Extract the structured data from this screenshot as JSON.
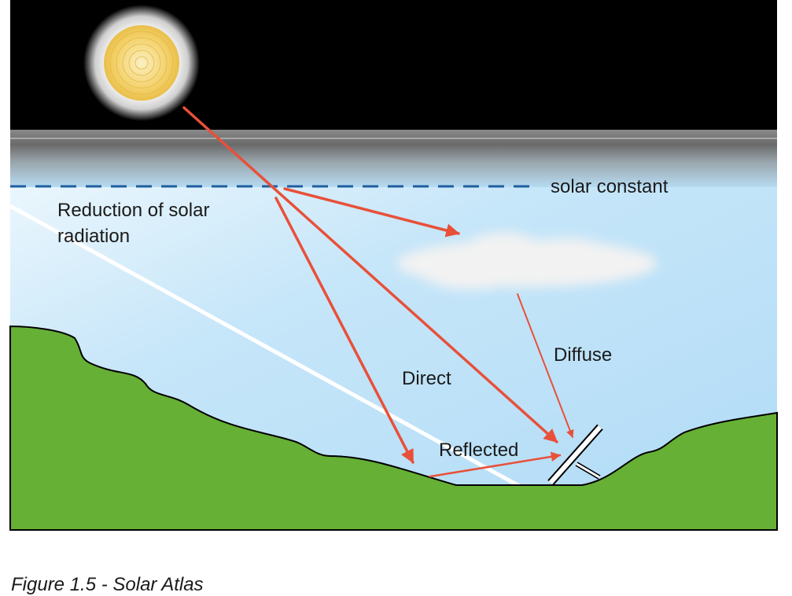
{
  "diagram": {
    "labels": {
      "solar_constant": "solar constant",
      "reduction_line1": "Reduction of solar",
      "reduction_line2": "radiation",
      "direct": "Direct",
      "diffuse": "Diffuse",
      "reflected": "Reflected"
    },
    "colors": {
      "space": "#000000",
      "sky_top": "#b3dcf6",
      "sky_bottom": "#ffffff",
      "ground": "#66b035",
      "ray": "#e8503a",
      "dashed_line": "#1f5fa0",
      "sun_core": "#f3d16a",
      "cloud": "#f0f0f0"
    },
    "icons": [
      "sun-icon",
      "cloud-icon",
      "solar-panel-icon"
    ]
  },
  "caption": "Figure 1.5 - Solar Atlas"
}
